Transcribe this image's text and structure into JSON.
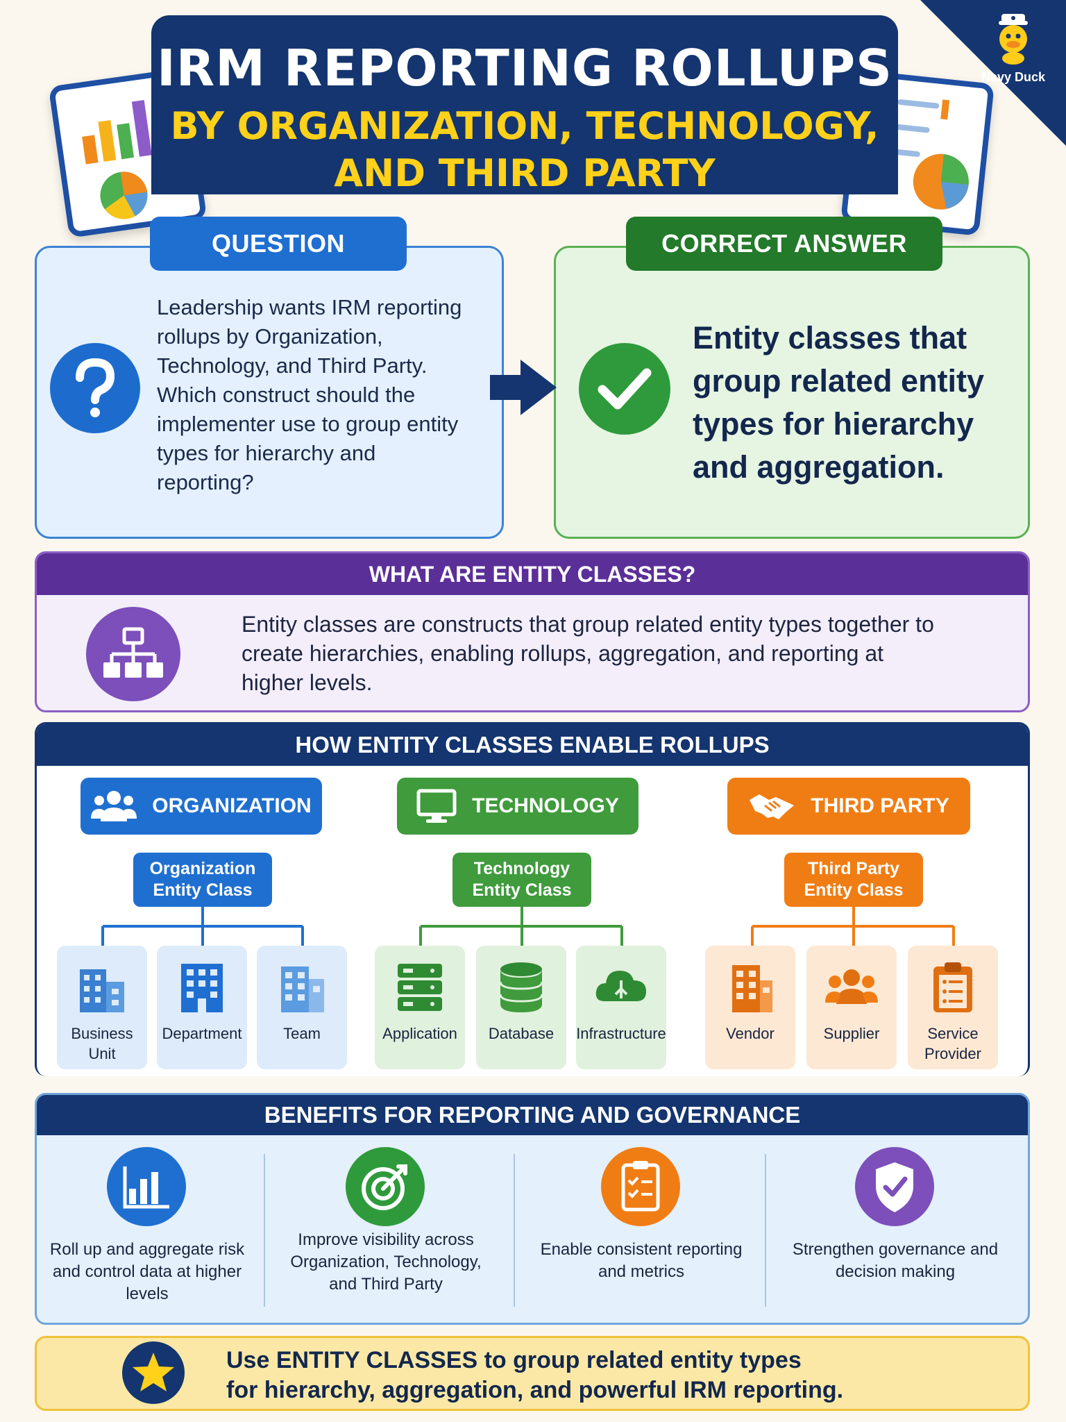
{
  "header": {
    "title": "IRM REPORTING ROLLUPS",
    "subtitle_line1": "BY ORGANIZATION, TECHNOLOGY,",
    "subtitle_line2": "AND THIRD PARTY"
  },
  "brand": {
    "name": "Navy Duck"
  },
  "question": {
    "label": "QUESTION",
    "text": "Leadership wants IRM reporting rollups by Organization, Technology, and Third Party. Which construct should the implementer use to group entity types for hierarchy and reporting?"
  },
  "answer": {
    "label": "CORRECT ANSWER",
    "text": "Entity classes that group related entity types for hierarchy and aggregation."
  },
  "what": {
    "title": "WHAT ARE ENTITY CLASSES?",
    "text": "Entity classes are constructs that group related entity types together to create hierarchies, enabling rollups, aggregation, and reporting at higher levels."
  },
  "how": {
    "title": "HOW ENTITY CLASSES ENABLE ROLLUPS",
    "organization": {
      "label": "ORGANIZATION",
      "class_line1": "Organization",
      "class_line2": "Entity Class",
      "items": [
        {
          "line1": "Business",
          "line2": "Unit"
        },
        {
          "line1": "Department",
          "line2": ""
        },
        {
          "line1": "Team",
          "line2": ""
        }
      ]
    },
    "technology": {
      "label": "TECHNOLOGY",
      "class_line1": "Technology",
      "class_line2": "Entity Class",
      "items": [
        {
          "line1": "Application",
          "line2": ""
        },
        {
          "line1": "Database",
          "line2": ""
        },
        {
          "line1": "Infrastructure",
          "line2": ""
        }
      ]
    },
    "third_party": {
      "label": "THIRD PARTY",
      "class_line1": "Third Party",
      "class_line2": "Entity Class",
      "items": [
        {
          "line1": "Vendor",
          "line2": ""
        },
        {
          "line1": "Supplier",
          "line2": ""
        },
        {
          "line1": "Service",
          "line2": "Provider"
        }
      ]
    }
  },
  "benefits": {
    "title": "BENEFITS FOR REPORTING AND GOVERNANCE",
    "items": [
      {
        "text": "Roll up and aggregate risk and control data at higher levels",
        "icon": "bar-chart-icon"
      },
      {
        "text": "Improve visibility across Organization, Technology, and Third Party",
        "icon": "target-icon"
      },
      {
        "text": "Enable consistent reporting and metrics",
        "icon": "clipboard-icon"
      },
      {
        "text": "Strengthen governance and decision making",
        "icon": "shield-check-icon"
      }
    ]
  },
  "footer": {
    "line1": "Use ENTITY CLASSES to group related entity types",
    "line2": "for hierarchy, aggregation, and powerful IRM reporting."
  },
  "colors": {
    "navy": "#14356f",
    "blue": "#1f6fd1",
    "green": "#2f9a3b",
    "orange": "#f07d14",
    "purple": "#5b2f98",
    "yellow": "#ffd11a"
  }
}
